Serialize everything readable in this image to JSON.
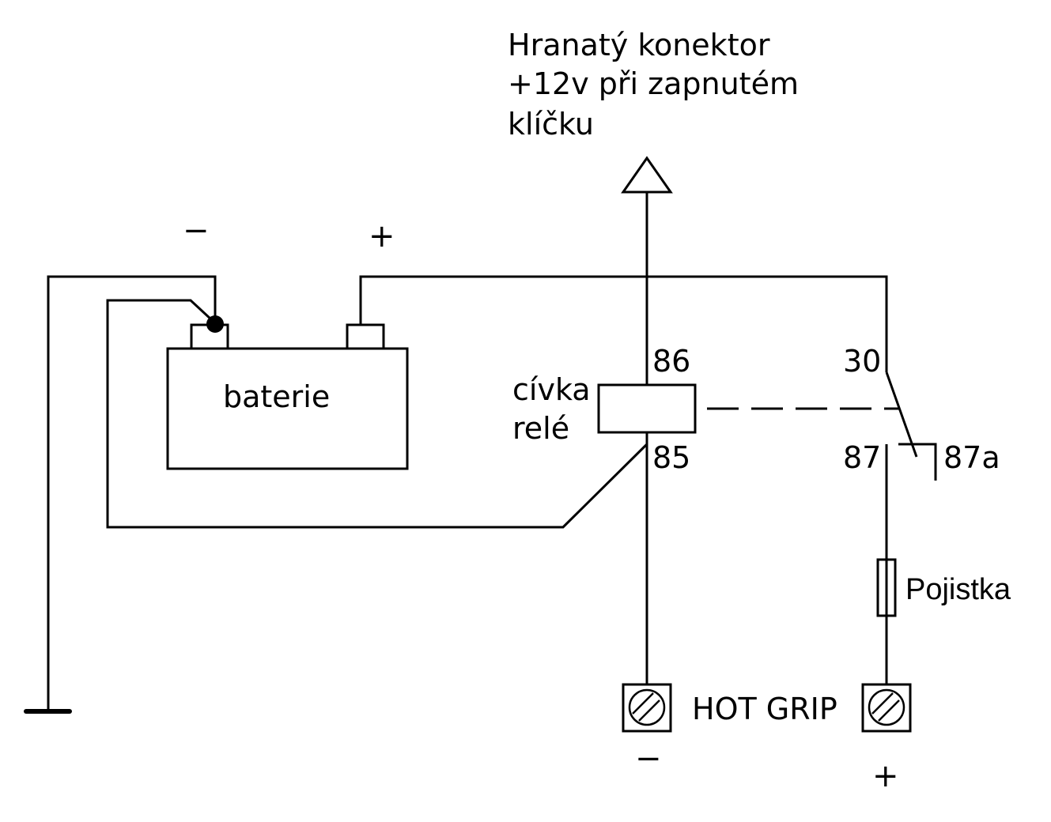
{
  "diagram": {
    "title_lines": [
      "Hranatý konektor",
      "+12v při zapnutém",
      "klíčku"
    ],
    "battery": {
      "label": "baterie",
      "minus_sign": "−",
      "plus_sign": "+"
    },
    "relay": {
      "coil_label_lines": [
        "cívka",
        "relé"
      ],
      "pins": {
        "p86": "86",
        "p85": "85",
        "p30": "30",
        "p87": "87",
        "p87a": "87a"
      }
    },
    "fuse": {
      "label": "Pojistka"
    },
    "load": {
      "label": "HOT GRIP",
      "minus_sign": "−",
      "plus_sign": "+"
    },
    "icons": {
      "ground": "ground-symbol",
      "connector": "triangle-connector",
      "terminal": "screw-terminal",
      "junction": "junction-dot"
    }
  }
}
